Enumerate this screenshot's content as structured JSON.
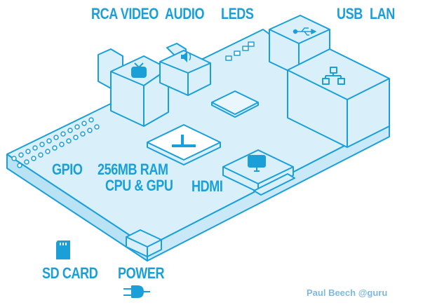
{
  "labels": {
    "rca_video": "RCA VIDEO",
    "audio": "AUDIO",
    "leds": "LEDS",
    "usb": "USB",
    "lan": "LAN",
    "gpio": "GPIO",
    "ram_line1": "256MB RAM",
    "ram_line2": "CPU & GPU",
    "hdmi": "HDMI",
    "sd_card": "SD CARD",
    "power": "POWER"
  },
  "credit": "Paul Beech @guru",
  "colors": {
    "board_fill": "#d9f0fb",
    "board_side": "#b9e2f5",
    "stroke": "#1a9fd9",
    "label": "#1a9fd9"
  },
  "icons": [
    "tv-icon",
    "speaker-icon",
    "usb-icon",
    "network-icon",
    "monitor-icon",
    "chip-logo-icon",
    "sd-card-icon",
    "power-plug-icon"
  ]
}
